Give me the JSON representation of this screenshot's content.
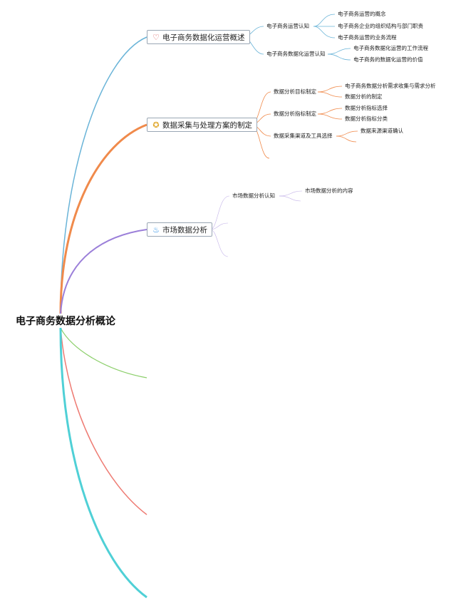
{
  "root": "电子商务数据分析概论",
  "branches": [
    {
      "title": "电子商务数据化运营概述",
      "icon": "heart-icon",
      "color": "#6ab4d8",
      "children": [
        {
          "label": "电子商务运营认知",
          "children": [
            "电子商务运营的概念",
            "电子商务企业的组织结构与部门职责",
            "电子商务运营的业务流程"
          ]
        },
        {
          "label": "电子商务数据化运营认知",
          "children": [
            "电子商务数据化运营的工作流程",
            "电子商务的数据化运营的价值"
          ]
        }
      ]
    },
    {
      "title": "数据采集与处理方案的制定",
      "icon": "medal-icon",
      "color": "#f08a4b",
      "children": [
        {
          "label": "数据分析目标制定",
          "children": [
            "电子商务数据分析需求收集与需求分析",
            "数据分析的制定"
          ]
        },
        {
          "label": "数据分析指标制定",
          "children": [
            "数据分析指标选择",
            "数据分析指标分类"
          ]
        },
        {
          "label": "数据采集渠道及工具选择",
          "children": [
            "数据来源渠道确认"
          ]
        }
      ]
    },
    {
      "title": "市场数据分析",
      "icon": "flame-icon",
      "color": "#9b7fd9",
      "children": [
        {
          "label": "市场数据分析认知",
          "children": [
            "市场数据分析的内容"
          ]
        }
      ]
    }
  ],
  "colors": {
    "branch_green": "#8ccf6b",
    "branch_red": "#ee7b73",
    "branch_cyan": "#4fd0d6"
  }
}
